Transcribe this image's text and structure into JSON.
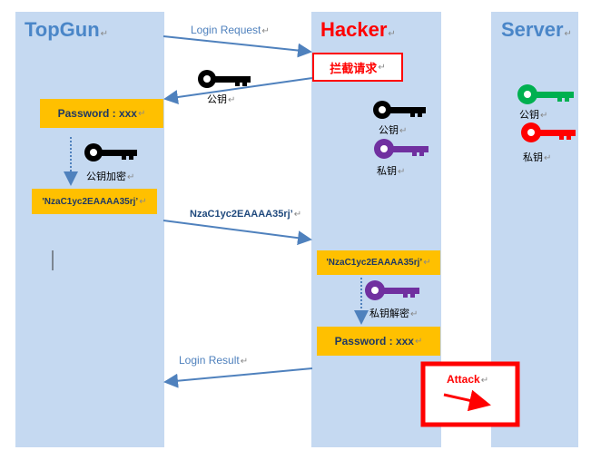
{
  "columns": {
    "topgun": "TopGun",
    "hacker": "Hacker",
    "server": "Server"
  },
  "messages": {
    "login_request": "Login Request",
    "encrypted": "NzaC1yc2EAAAA35rj’",
    "login_result": "Login Result"
  },
  "hacker_box_label": "拦截请求",
  "boxes": {
    "password_left": "Password : xxx",
    "cipher_left": "'NzaC1yc2EAAAA35rj’",
    "cipher_hacker": "'NzaC1yc2EAAAA35rj’",
    "password_hacker": "Password : xxx"
  },
  "labels": {
    "public_key_returned": "公钥",
    "public_key_encrypt": "公钥加密",
    "hacker_public_key": "公钥",
    "hacker_private_key": "私钥",
    "private_key_decrypt": "私钥解密",
    "server_public_key": "公钥",
    "server_private_key": "私钥"
  },
  "attack_label": "Attack",
  "colors": {
    "column_bg": "#c5d9f1",
    "topgun_title": "#4a86c8",
    "hacker_title": "#ff0000",
    "server_title": "#4a86c8",
    "box_bg": "#ffc000",
    "arrow": "#4f81bd",
    "attack": "#ff0000"
  },
  "icons": {
    "black_key": "key-icon",
    "purple_key": "key-icon",
    "green_key": "key-icon",
    "red_key": "key-icon"
  }
}
